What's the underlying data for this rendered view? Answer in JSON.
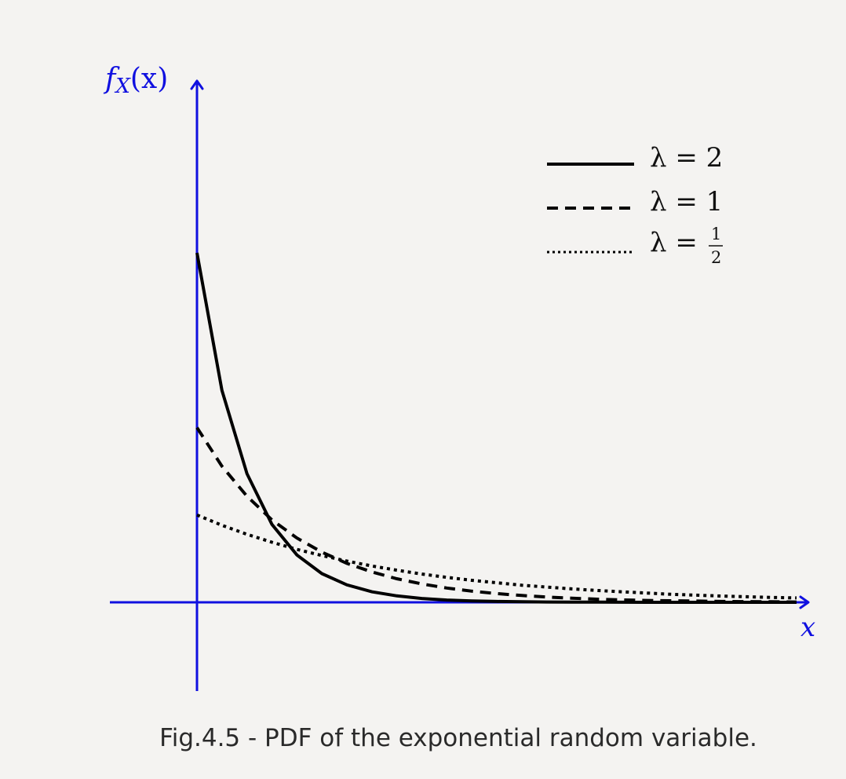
{
  "caption": "Fig.4.5 - PDF of the exponential random variable.",
  "chart_data": {
    "type": "line",
    "xlabel": "x",
    "ylabel": "f",
    "ylabel_subscript": "X",
    "ylabel_arg": "(x)",
    "xlim": [
      0,
      6
    ],
    "ylim": [
      0,
      2
    ],
    "grid": false,
    "legend_position": "top-right",
    "axis_color": "#1010e0",
    "series": [
      {
        "lambda": 2,
        "name_prefix": "λ = ",
        "name_value": "2",
        "style": "solid"
      },
      {
        "lambda": 1,
        "name_prefix": "λ = ",
        "name_value": "1",
        "style": "dashed"
      },
      {
        "lambda": 0.5,
        "name_prefix": "λ = ",
        "name_num": "1",
        "name_den": "2",
        "style": "dotted"
      }
    ],
    "x": [
      0,
      0.25,
      0.5,
      0.75,
      1,
      1.25,
      1.5,
      1.75,
      2,
      2.25,
      2.5,
      2.75,
      3,
      3.25,
      3.5,
      3.75,
      4,
      4.25,
      4.5,
      4.75,
      5,
      5.25,
      5.5,
      5.75,
      6
    ],
    "y_lambda_2": [
      2.0,
      1.213,
      0.736,
      0.446,
      0.271,
      0.164,
      0.1,
      0.06,
      0.037,
      0.022,
      0.013,
      0.008,
      0.005,
      0.003,
      0.002,
      0.001,
      0.0007,
      0.0004,
      0.0002,
      0.0002,
      0.0001,
      0.0001,
      0.0,
      0.0,
      0.0
    ],
    "y_lambda_1": [
      1.0,
      0.779,
      0.607,
      0.472,
      0.368,
      0.287,
      0.223,
      0.174,
      0.135,
      0.105,
      0.082,
      0.064,
      0.05,
      0.039,
      0.03,
      0.024,
      0.018,
      0.014,
      0.011,
      0.009,
      0.007,
      0.005,
      0.004,
      0.003,
      0.002
    ],
    "y_lambda_half": [
      0.5,
      0.441,
      0.389,
      0.344,
      0.303,
      0.268,
      0.236,
      0.208,
      0.184,
      0.162,
      0.143,
      0.126,
      0.112,
      0.098,
      0.087,
      0.077,
      0.068,
      0.06,
      0.053,
      0.046,
      0.041,
      0.036,
      0.032,
      0.028,
      0.025
    ]
  }
}
